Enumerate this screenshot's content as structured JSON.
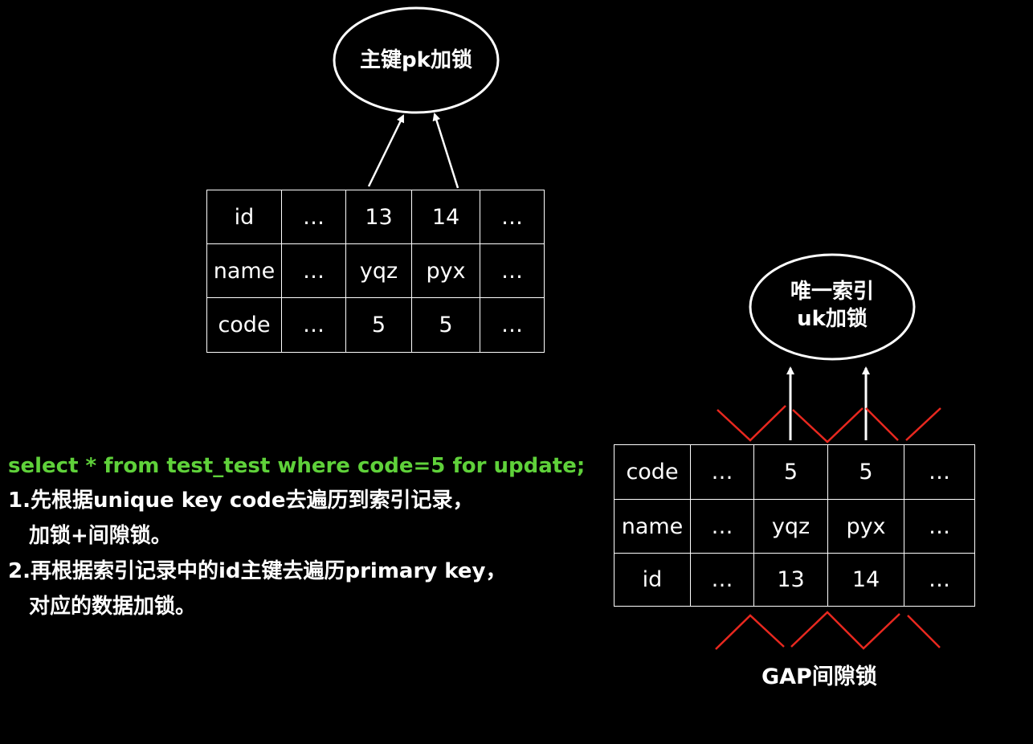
{
  "pk_lock_label": "主键pk加锁",
  "uk_lock_label_line1": "唯一索引",
  "uk_lock_label_line2": "uk加锁",
  "primary_table": {
    "rows": [
      [
        "id",
        "…",
        "13",
        "14",
        "…"
      ],
      [
        "name",
        "…",
        "yqz",
        "pyx",
        "…"
      ],
      [
        "code",
        "…",
        "5",
        "5",
        "…"
      ]
    ]
  },
  "unique_table": {
    "rows": [
      [
        "code",
        "…",
        "5",
        "5",
        "…"
      ],
      [
        "name",
        "…",
        "yqz",
        "pyx",
        "…"
      ],
      [
        "id",
        "…",
        "13",
        "14",
        "…"
      ]
    ]
  },
  "sql": "select * from test_test where code=5 for update;",
  "step1_line1": "1.先根据unique key code去遍历到索引记录，",
  "step1_line2": "加锁+间隙锁。",
  "step2_line1": "2.再根据索引记录中的id主键去遍历primary key，",
  "step2_line2": "对应的数据加锁。",
  "gap_label": "GAP间隙锁",
  "colors": {
    "background": "#000000",
    "sql": "#5fd13a",
    "gap_marks": "#e8281f",
    "foreground": "#ffffff"
  }
}
